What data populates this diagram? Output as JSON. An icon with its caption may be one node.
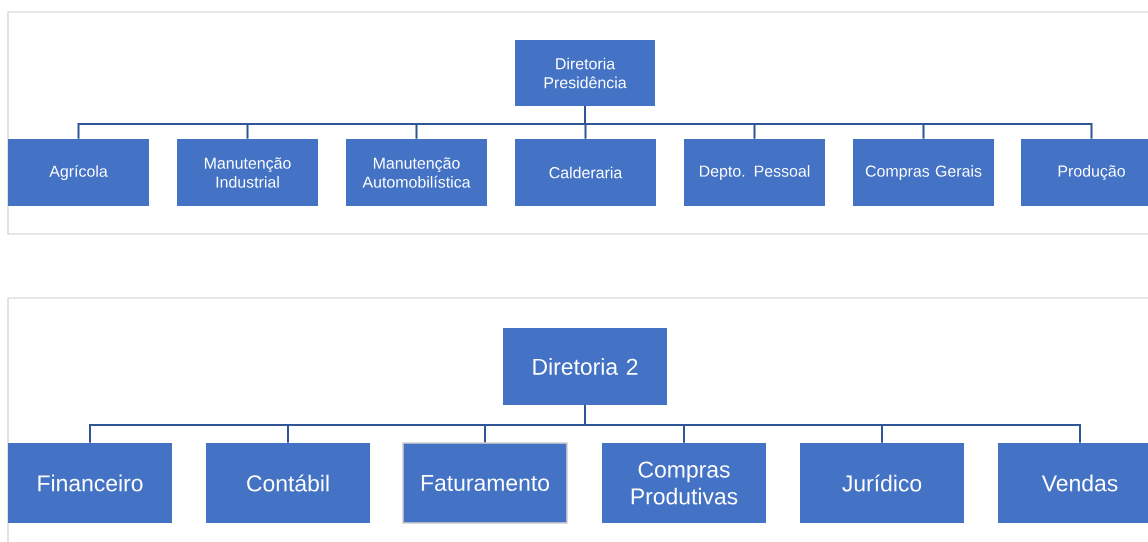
{
  "diagram": {
    "nodes": [
      {
        "text": [
          "Diretoria Presidência"
        ]
      },
      {
        "text": [
          "Agrícola"
        ]
      },
      {
        "text": [
          "Manutenção Industrial"
        ]
      },
      {
        "text": [
          "Manutenção Automobilística"
        ]
      },
      {
        "text": [
          "Calderaria"
        ]
      },
      {
        "text": [
          "Depto. Pessoal"
        ]
      },
      {
        "text": [
          "Compras Gerais"
        ]
      },
      {
        "text": [
          "Produção"
        ]
      },
      {
        "text": [
          "Diretoria 2"
        ]
      },
      {
        "text": [
          "Financeiro"
        ]
      },
      {
        "text": [
          "Contábil"
        ]
      },
      {
        "text": [
          "Faturamento"
        ]
      },
      {
        "text": [
          "Compras Produtivas"
        ]
      },
      {
        "text": [
          "Jurídico"
        ]
      },
      {
        "text": [
          "Vendas"
        ]
      }
    ],
    "edges": [
      {
        "from": 0,
        "to": 1,
        "arrow": "none"
      },
      {
        "from": 0,
        "to": 2,
        "arrow": "none"
      },
      {
        "from": 0,
        "to": 3,
        "arrow": "none"
      },
      {
        "from": 0,
        "to": 4,
        "arrow": "none"
      },
      {
        "from": 0,
        "to": 5,
        "arrow": "none"
      },
      {
        "from": 0,
        "to": 6,
        "arrow": "none"
      },
      {
        "from": 0,
        "to": 7,
        "arrow": "none"
      },
      {
        "from": 8,
        "to": 9,
        "arrow": "none"
      },
      {
        "from": 8,
        "to": 10,
        "arrow": "none"
      },
      {
        "from": 8,
        "to": 11,
        "arrow": "none"
      },
      {
        "from": 8,
        "to": 12,
        "arrow": "none"
      },
      {
        "from": 8,
        "to": 13,
        "arrow": "none"
      },
      {
        "from": 8,
        "to": 14,
        "arrow": "none"
      }
    ]
  }
}
